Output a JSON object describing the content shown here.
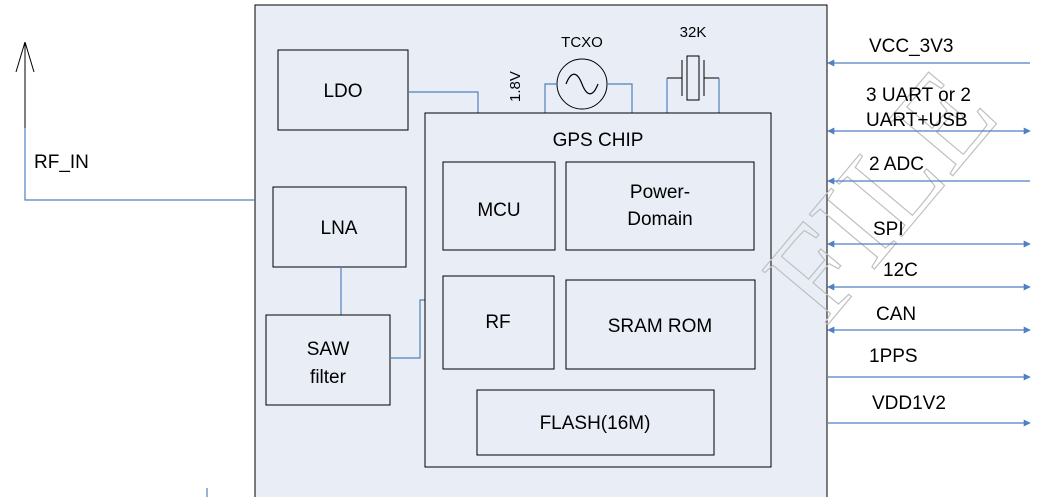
{
  "colors": {
    "module_fill": "#e8edf6",
    "wire": "#4f81bd",
    "arrow": "#4f7fc4",
    "watermark": "#bfbfbf"
  },
  "antenna": {
    "label": "RF_IN"
  },
  "module": {
    "ldo": "LDO",
    "lna": "LNA",
    "saw_line1": "SAW",
    "saw_line2": "filter",
    "tcxo": "TCXO",
    "tcxo_voltage": "1.8V",
    "crystal": "32K"
  },
  "chip": {
    "title": "GPS CHIP",
    "mcu": "MCU",
    "power_line1": "Power-",
    "power_line2": "Domain",
    "rf": "RF",
    "sram_rom": "SRAM ROM",
    "flash": "FLASH(16M)"
  },
  "signals": {
    "vcc": "VCC_3V3",
    "uart_line1": "3 UART or 2",
    "uart_line2": "UART+USB",
    "adc": "2 ADC",
    "spi": "SPI",
    "i2c": "12C",
    "can": "CAN",
    "pps": "1PPS",
    "vdd": "VDD1V2"
  },
  "watermark": "FILE"
}
